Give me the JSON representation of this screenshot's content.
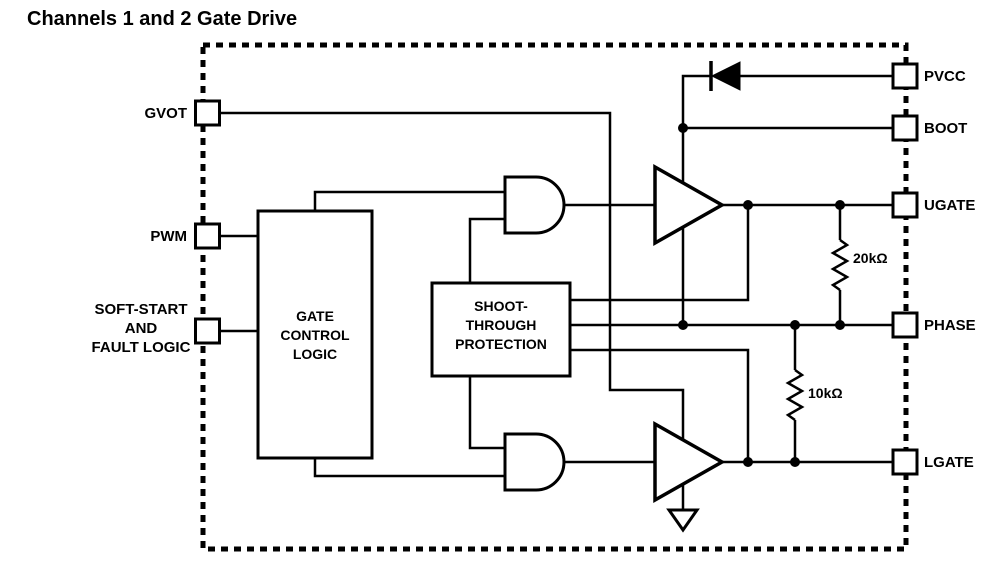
{
  "title": "Channels 1 and 2 Gate Drive",
  "pins": {
    "gvot": {
      "label": "GVOT"
    },
    "pwm": {
      "label": "PWM"
    },
    "soft_start": {
      "line1": "SOFT-START",
      "line2": "AND",
      "line3": "FAULT LOGIC"
    },
    "pvcc": {
      "label": "PVCC"
    },
    "boot": {
      "label": "BOOT"
    },
    "ugate": {
      "label": "UGATE"
    },
    "phase": {
      "label": "PHASE"
    },
    "lgate": {
      "label": "LGATE"
    }
  },
  "blocks": {
    "gate_control_logic": {
      "line1": "GATE",
      "line2": "CONTROL",
      "line3": "LOGIC"
    },
    "shoot_through_protection": {
      "line1": "SHOOT-",
      "line2": "THROUGH",
      "line3": "PROTECTION"
    }
  },
  "components": {
    "upper_resistor": {
      "label": "20kΩ"
    },
    "lower_resistor": {
      "label": "10kΩ"
    },
    "diode_icon": "bootstrap-diode",
    "ground_icon": "ground"
  },
  "colors": {
    "ink": "#000000",
    "background": "#ffffff"
  }
}
